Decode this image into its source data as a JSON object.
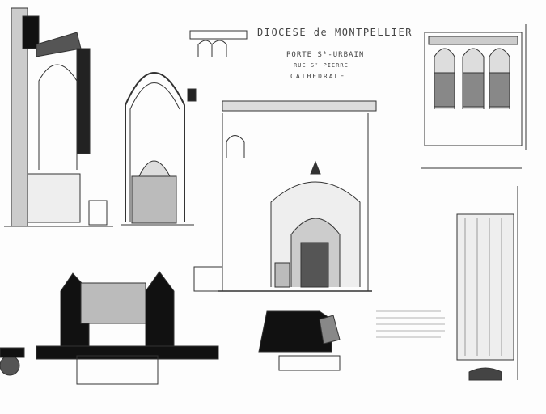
{
  "title_block": {
    "diocese": "DIOCESE de MONTPELLIER",
    "subject": "PORTE Sᵗ-URBAIN",
    "street": "RUE Sᵗ PIERRE",
    "building": "CATHEDRALE"
  },
  "colors": {
    "ink": "#222222",
    "paper": "#fdfdfd",
    "wash": "#999999"
  }
}
